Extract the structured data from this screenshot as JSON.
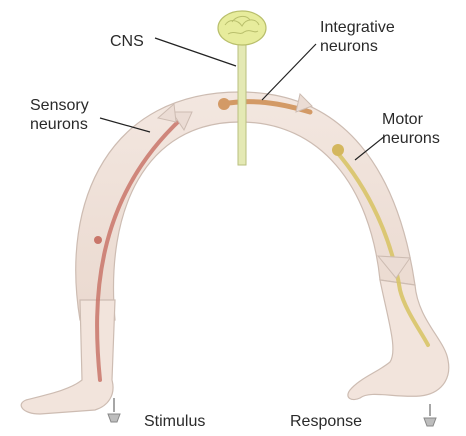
{
  "labels": {
    "cns": "CNS",
    "integrative_line1": "Integrative",
    "integrative_line2": "neurons",
    "sensory_line1": "Sensory",
    "sensory_line2": "neurons",
    "motor_line1": "Motor",
    "motor_line2": "neurons",
    "stimulus": "Stimulus",
    "response": "Response"
  },
  "colors": {
    "arc_fill": "#efe2da",
    "arc_stroke": "#cdbcb2",
    "sensory_nerve": "#c9766a",
    "integrative_nerve": "#d39a66",
    "motor_nerve": "#d8c468",
    "brain": "#e7ec9c",
    "spinal_cord": "#e4e9b4"
  }
}
